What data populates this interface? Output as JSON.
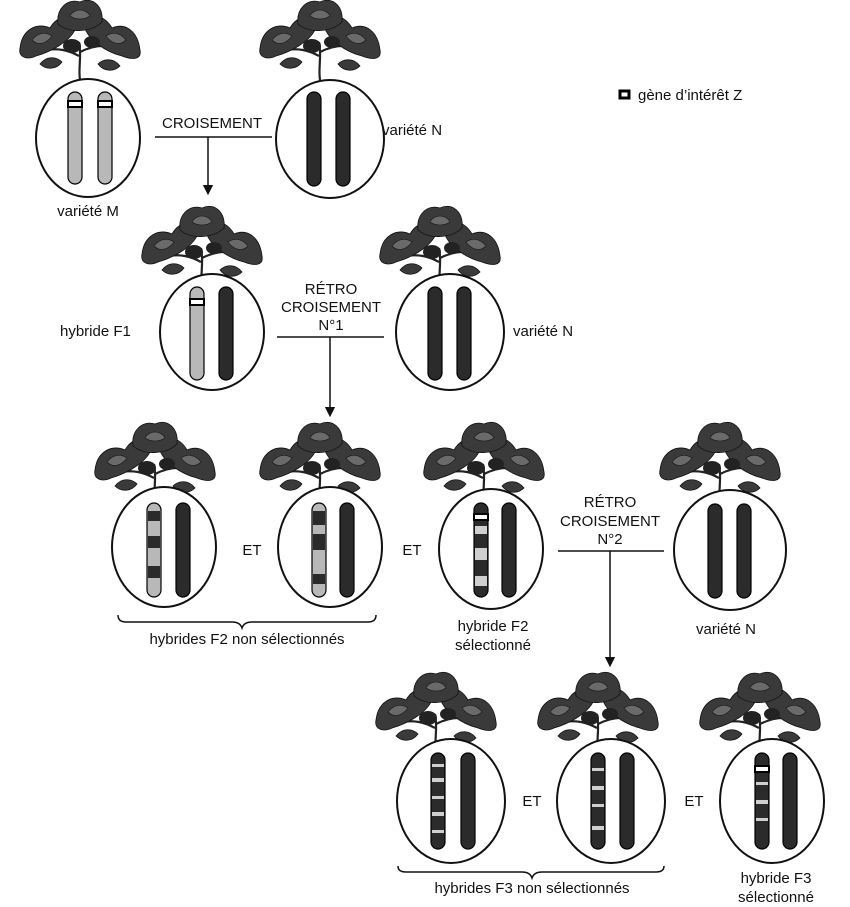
{
  "labels": {
    "legend_gene": "gène d’intérêt Z",
    "croisement": "CROISEMENT",
    "variete_m": "variété M",
    "variete_n": "variété N",
    "retro": "RÉTRO",
    "croisement_upper": "CROISEMENT",
    "n1": "N°1",
    "n2": "N°2",
    "hybride_f1": "hybride F1",
    "et": "ET",
    "hybride_f2": "hybride F2",
    "selectionne": "sélectionné",
    "hybrides_f2_non": "hybrides F2 non sélectionnés",
    "hybrides_f3_non": "hybrides F3 non sélectionnés",
    "hybride_f3": "hybride F3"
  },
  "colors": {
    "chromosome_dark": "#2b2b2b",
    "chromosome_light": "#b8b8b8",
    "outline": "#111111"
  },
  "icons": [
    "tomato-plant-icon",
    "gene-marker-icon",
    "arrow-down-icon"
  ]
}
